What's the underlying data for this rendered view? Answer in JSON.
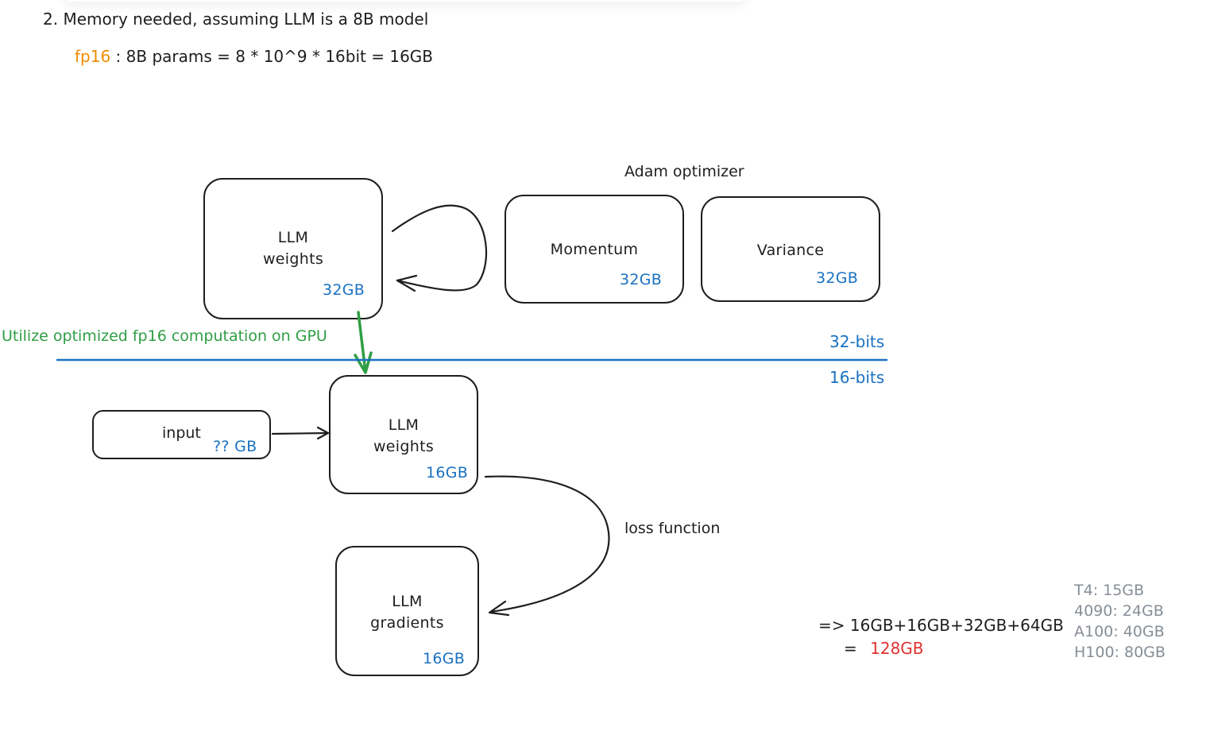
{
  "heading": "2. Memory needed, assuming LLM is a 8B model",
  "fp16_line": {
    "prefix": "fp16",
    "rest": " : 8B params = 8 * 10^9 * 16bit = 16GB"
  },
  "adam_label": "Adam optimizer",
  "boxes": {
    "weights32": {
      "line1": "LLM",
      "line2": "weights",
      "size": "32GB"
    },
    "momentum": {
      "label": "Momentum",
      "size": "32GB"
    },
    "variance": {
      "label": "Variance",
      "size": "32GB"
    },
    "input": {
      "label": "input",
      "size": "?? GB"
    },
    "weights16": {
      "line1": "LLM",
      "line2": "weights",
      "size": "16GB"
    },
    "gradients": {
      "line1": "LLM",
      "line2": "gradients",
      "size": "16GB"
    }
  },
  "gpu_note": "Utilize optimized fp16 computation on GPU",
  "divider": {
    "above": "32-bits",
    "below": "16-bits"
  },
  "loss_label": "loss function",
  "total": {
    "sum": "=> 16GB+16GB+32GB+64GB",
    "eq": "=",
    "result": "128GB"
  },
  "gpus": [
    "T4: 15GB",
    "4090: 24GB",
    "A100: 40GB",
    "H100: 80GB"
  ],
  "colors": {
    "blue": "#1971c2",
    "green": "#2f9e44",
    "orange": "#f08c00",
    "red": "#e03131",
    "gray": "#868e96",
    "stroke": "#1e1e1e"
  }
}
